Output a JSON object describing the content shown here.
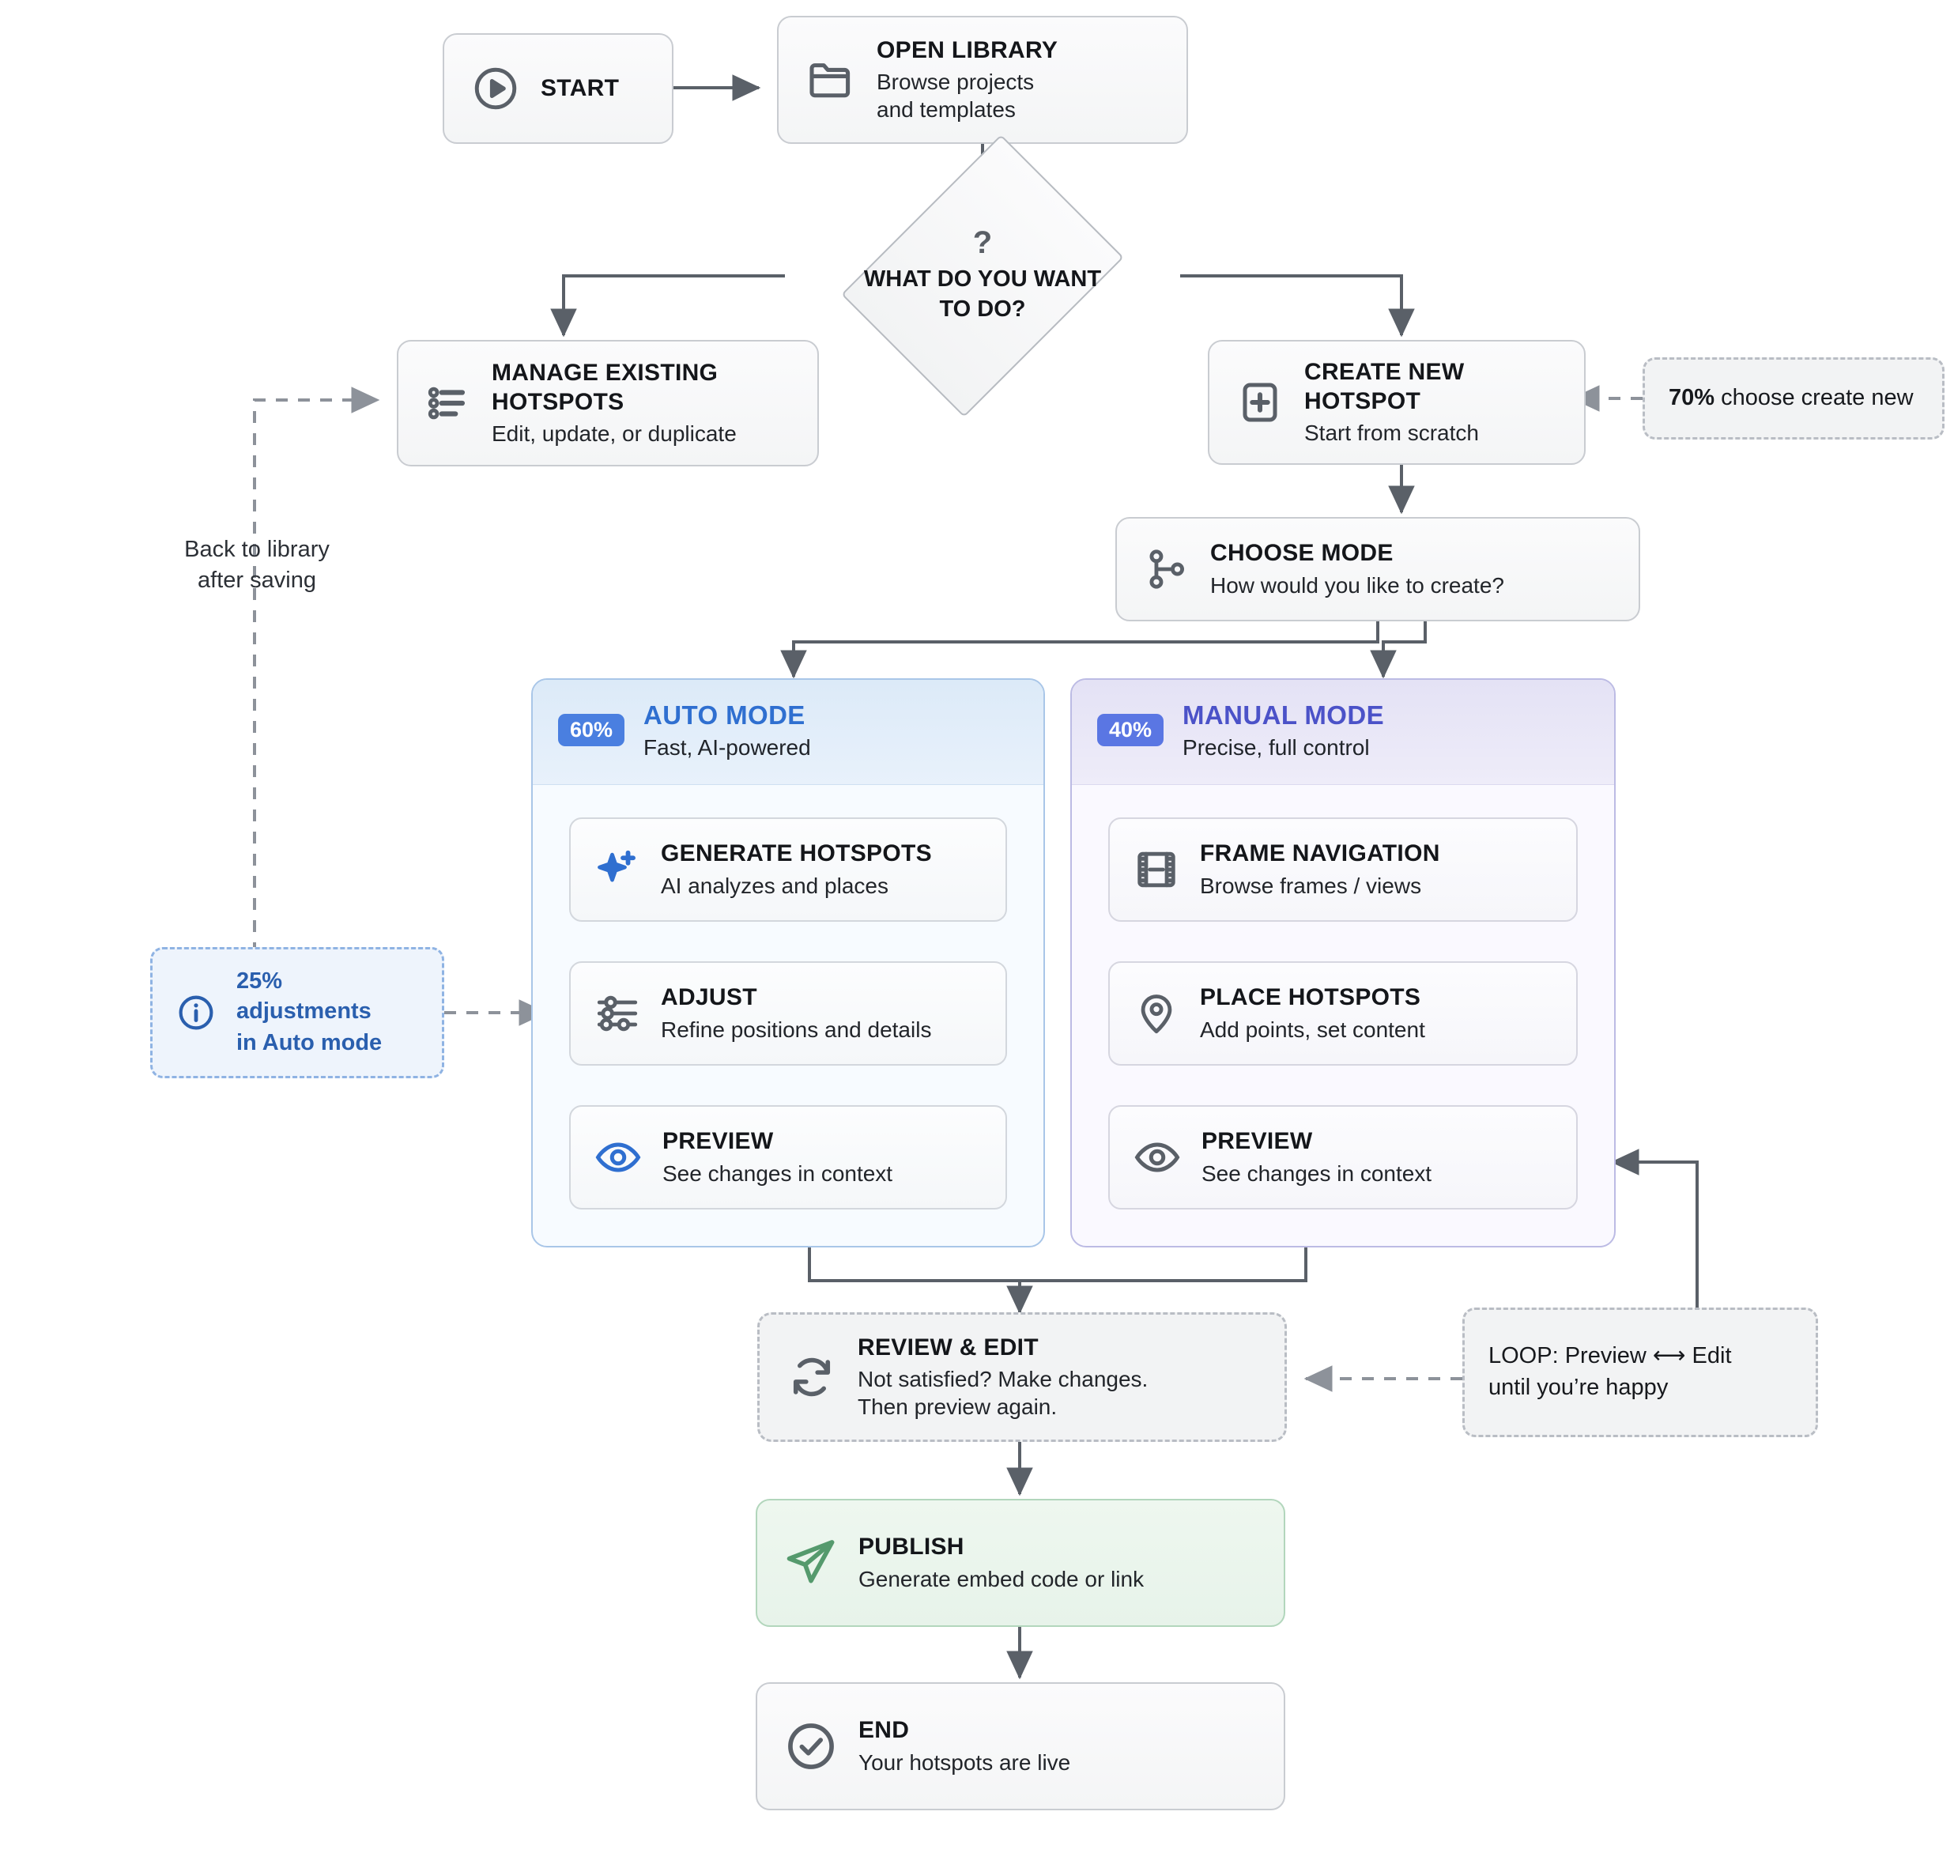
{
  "nodes": {
    "start": {
      "title": "START",
      "icon": "play-circle-icon"
    },
    "open_library": {
      "title": "OPEN LIBRARY",
      "subtitle": "Browse projects\nand templates",
      "icon": "folder-icon"
    },
    "decision": {
      "glyph": "?",
      "line1": "WHAT DO YOU WANT",
      "line2": "TO DO?",
      "icon": "question-mark-icon"
    },
    "manage_existing": {
      "title": "MANAGE EXISTING\nHOTSPOTS",
      "subtitle": "Edit, update, or duplicate",
      "icon": "list-icon"
    },
    "create_new": {
      "title": "CREATE NEW\nHOTSPOT",
      "subtitle": "Start from scratch",
      "icon": "plus-square-icon"
    },
    "choose_mode": {
      "title": "CHOOSE MODE",
      "subtitle": "How would you like to create?",
      "icon": "branch-icon"
    },
    "review_edit": {
      "title": "REVIEW & EDIT",
      "subtitle": "Not satisfied? Make changes.\nThen preview again.",
      "icon": "refresh-loop-icon"
    },
    "publish": {
      "title": "PUBLISH",
      "subtitle": "Generate embed code or link",
      "icon": "paper-plane-icon"
    },
    "end": {
      "title": "END",
      "subtitle": "Your hotspots are live",
      "icon": "check-circle-icon"
    }
  },
  "panels": {
    "auto": {
      "badge": "60%",
      "title": "AUTO MODE",
      "subtitle": "Fast, AI-powered",
      "steps": [
        {
          "title": "GENERATE HOTSPOTS",
          "subtitle": "AI analyzes and places",
          "icon": "sparkle-icon"
        },
        {
          "title": "ADJUST",
          "subtitle": "Refine positions and details",
          "icon": "sliders-icon"
        },
        {
          "title": "PREVIEW",
          "subtitle": "See changes in context",
          "icon": "eye-icon"
        }
      ]
    },
    "manual": {
      "badge": "40%",
      "title": "MANUAL MODE",
      "subtitle": "Precise, full control",
      "steps": [
        {
          "title": "FRAME NAVIGATION",
          "subtitle": "Browse frames / views",
          "icon": "film-strip-icon"
        },
        {
          "title": "PLACE HOTSPOTS",
          "subtitle": "Add points, set content",
          "icon": "map-pin-icon"
        },
        {
          "title": "PREVIEW",
          "subtitle": "See changes in context",
          "icon": "eye-icon"
        }
      ]
    }
  },
  "annotations": {
    "create_new_stat": {
      "bold": "70%",
      "rest": " choose create new"
    },
    "back_to_library": "Back to library\nafter saving",
    "auto_adjust_stat": {
      "line1": "25% adjustments",
      "line2": "in Auto mode",
      "icon": "info-circle-icon"
    },
    "loop": {
      "line1": "LOOP: Preview ⟷ Edit",
      "line2": "until you’re happy"
    }
  },
  "colors": {
    "auto_accent": "#2f6fd0",
    "manual_accent": "#4b52c8",
    "badge": "#4a7fe0",
    "publish_border": "#b2d6bc",
    "publish_bg": "#e7f3ea",
    "node_border": "#c9ccd1",
    "connector": "#5a6068",
    "dashed": "#b9bdc4"
  }
}
